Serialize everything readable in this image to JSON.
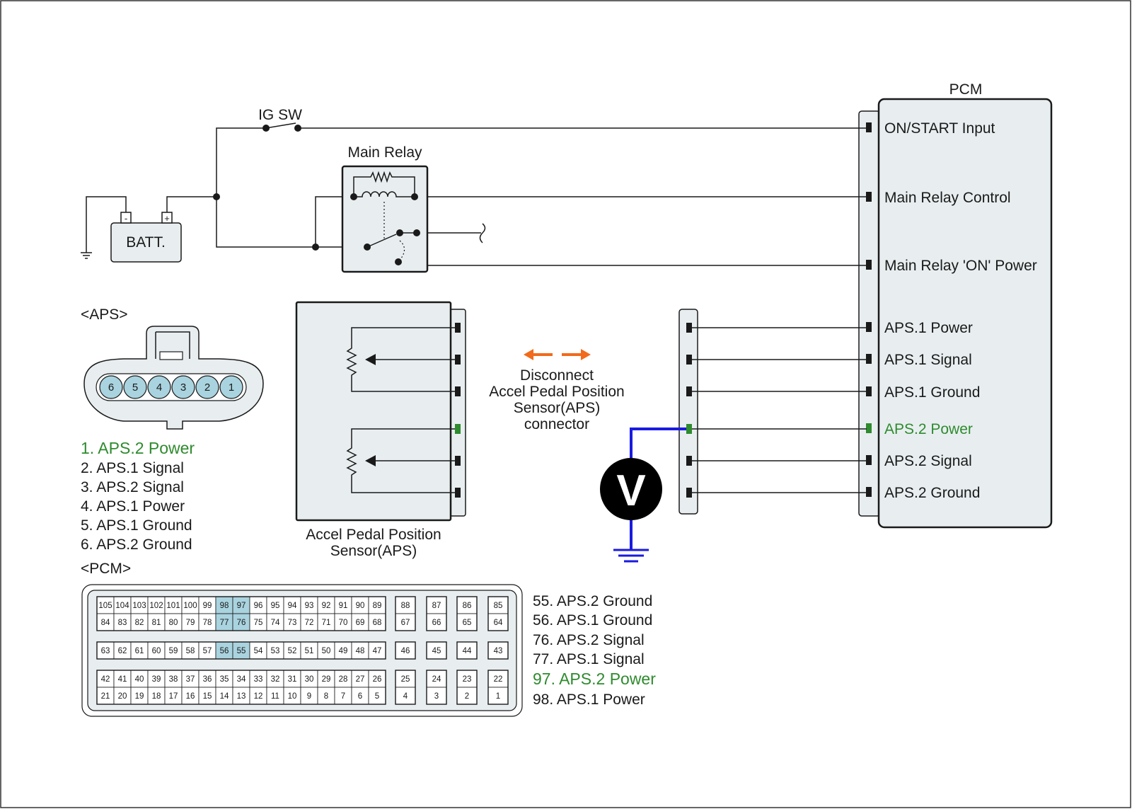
{
  "colors": {
    "highlight_green": "#2e8b2e",
    "probe_blue": "#1a1ae0",
    "arrow_orange": "#f26a1b",
    "pin_blue": "#a9d3df",
    "box_fill": "#e8eef0",
    "dark_outline": "#1a1a1a"
  },
  "pcm_module": {
    "title": "PCM",
    "terminals": [
      {
        "label": "ON/START Input",
        "highlight": false
      },
      {
        "label": "Main Relay Control",
        "highlight": false
      },
      {
        "label": "Main Relay 'ON' Power",
        "highlight": false
      },
      {
        "label": "APS.1 Power",
        "highlight": false
      },
      {
        "label": "APS.1 Signal",
        "highlight": false
      },
      {
        "label": "APS.1 Ground",
        "highlight": false
      },
      {
        "label": "APS.2 Power",
        "highlight": true
      },
      {
        "label": "APS.2 Signal",
        "highlight": false
      },
      {
        "label": "APS.2 Ground",
        "highlight": false
      }
    ]
  },
  "ig_sw": {
    "label": "IG SW"
  },
  "main_relay": {
    "label": "Main Relay"
  },
  "battery": {
    "label": "BATT.",
    "neg": "-",
    "pos": "+"
  },
  "aps_connector": {
    "title": "<APS>",
    "pins": [
      "6",
      "5",
      "4",
      "3",
      "2",
      "1"
    ],
    "legend": [
      {
        "text": "1. APS.2 Power",
        "highlight": true
      },
      {
        "text": "2. APS.1 Signal",
        "highlight": false
      },
      {
        "text": "3. APS.2 Signal",
        "highlight": false
      },
      {
        "text": "4. APS.1 Power",
        "highlight": false
      },
      {
        "text": "5. APS.1 Ground",
        "highlight": false
      },
      {
        "text": "6. APS.2 Ground",
        "highlight": false
      }
    ]
  },
  "aps_sensor": {
    "label_line1": "Accel Pedal Position",
    "label_line2": "Sensor(APS)"
  },
  "disconnect_note": {
    "line1": "Disconnect",
    "line2": "Accel Pedal Position",
    "line3": "Sensor(APS)",
    "line4": "connector"
  },
  "voltmeter": {
    "label": "V"
  },
  "pcm_connector": {
    "title": "<PCM>",
    "highlighted_pins": [
      "98",
      "97",
      "77",
      "76",
      "56",
      "55"
    ],
    "group1_row1": [
      "105",
      "104",
      "103",
      "102",
      "101",
      "100",
      "99",
      "98",
      "97",
      "96",
      "95",
      "94",
      "93",
      "92",
      "91",
      "90",
      "89"
    ],
    "group1_row2": [
      "84",
      "83",
      "82",
      "81",
      "80",
      "79",
      "78",
      "77",
      "76",
      "75",
      "74",
      "73",
      "72",
      "71",
      "70",
      "69",
      "68"
    ],
    "group1_side_row1": [
      "88",
      "87",
      "86",
      "85"
    ],
    "group1_side_row2": [
      "67",
      "66",
      "65",
      "64"
    ],
    "group2_row": [
      "63",
      "62",
      "61",
      "60",
      "59",
      "58",
      "57",
      "56",
      "55",
      "54",
      "53",
      "52",
      "51",
      "50",
      "49",
      "48",
      "47"
    ],
    "group2_side": [
      "46",
      "45",
      "44",
      "43"
    ],
    "group3_row1": [
      "42",
      "41",
      "40",
      "39",
      "38",
      "37",
      "36",
      "35",
      "34",
      "33",
      "32",
      "31",
      "30",
      "29",
      "28",
      "27",
      "26"
    ],
    "group3_row2": [
      "21",
      "20",
      "19",
      "18",
      "17",
      "16",
      "15",
      "14",
      "13",
      "12",
      "11",
      "10",
      "9",
      "8",
      "7",
      "6",
      "5"
    ],
    "group3_side_row1": [
      "25",
      "24",
      "23",
      "22"
    ],
    "group3_side_row2": [
      "4",
      "3",
      "2",
      "1"
    ],
    "legend": [
      {
        "text": "55. APS.2 Ground",
        "highlight": false
      },
      {
        "text": "56. APS.1 Ground",
        "highlight": false
      },
      {
        "text": "76. APS.2 Signal",
        "highlight": false
      },
      {
        "text": "77. APS.1 Signal",
        "highlight": false
      },
      {
        "text": "97. APS.2 Power",
        "highlight": true
      },
      {
        "text": "98. APS.1 Power",
        "highlight": false
      }
    ]
  }
}
